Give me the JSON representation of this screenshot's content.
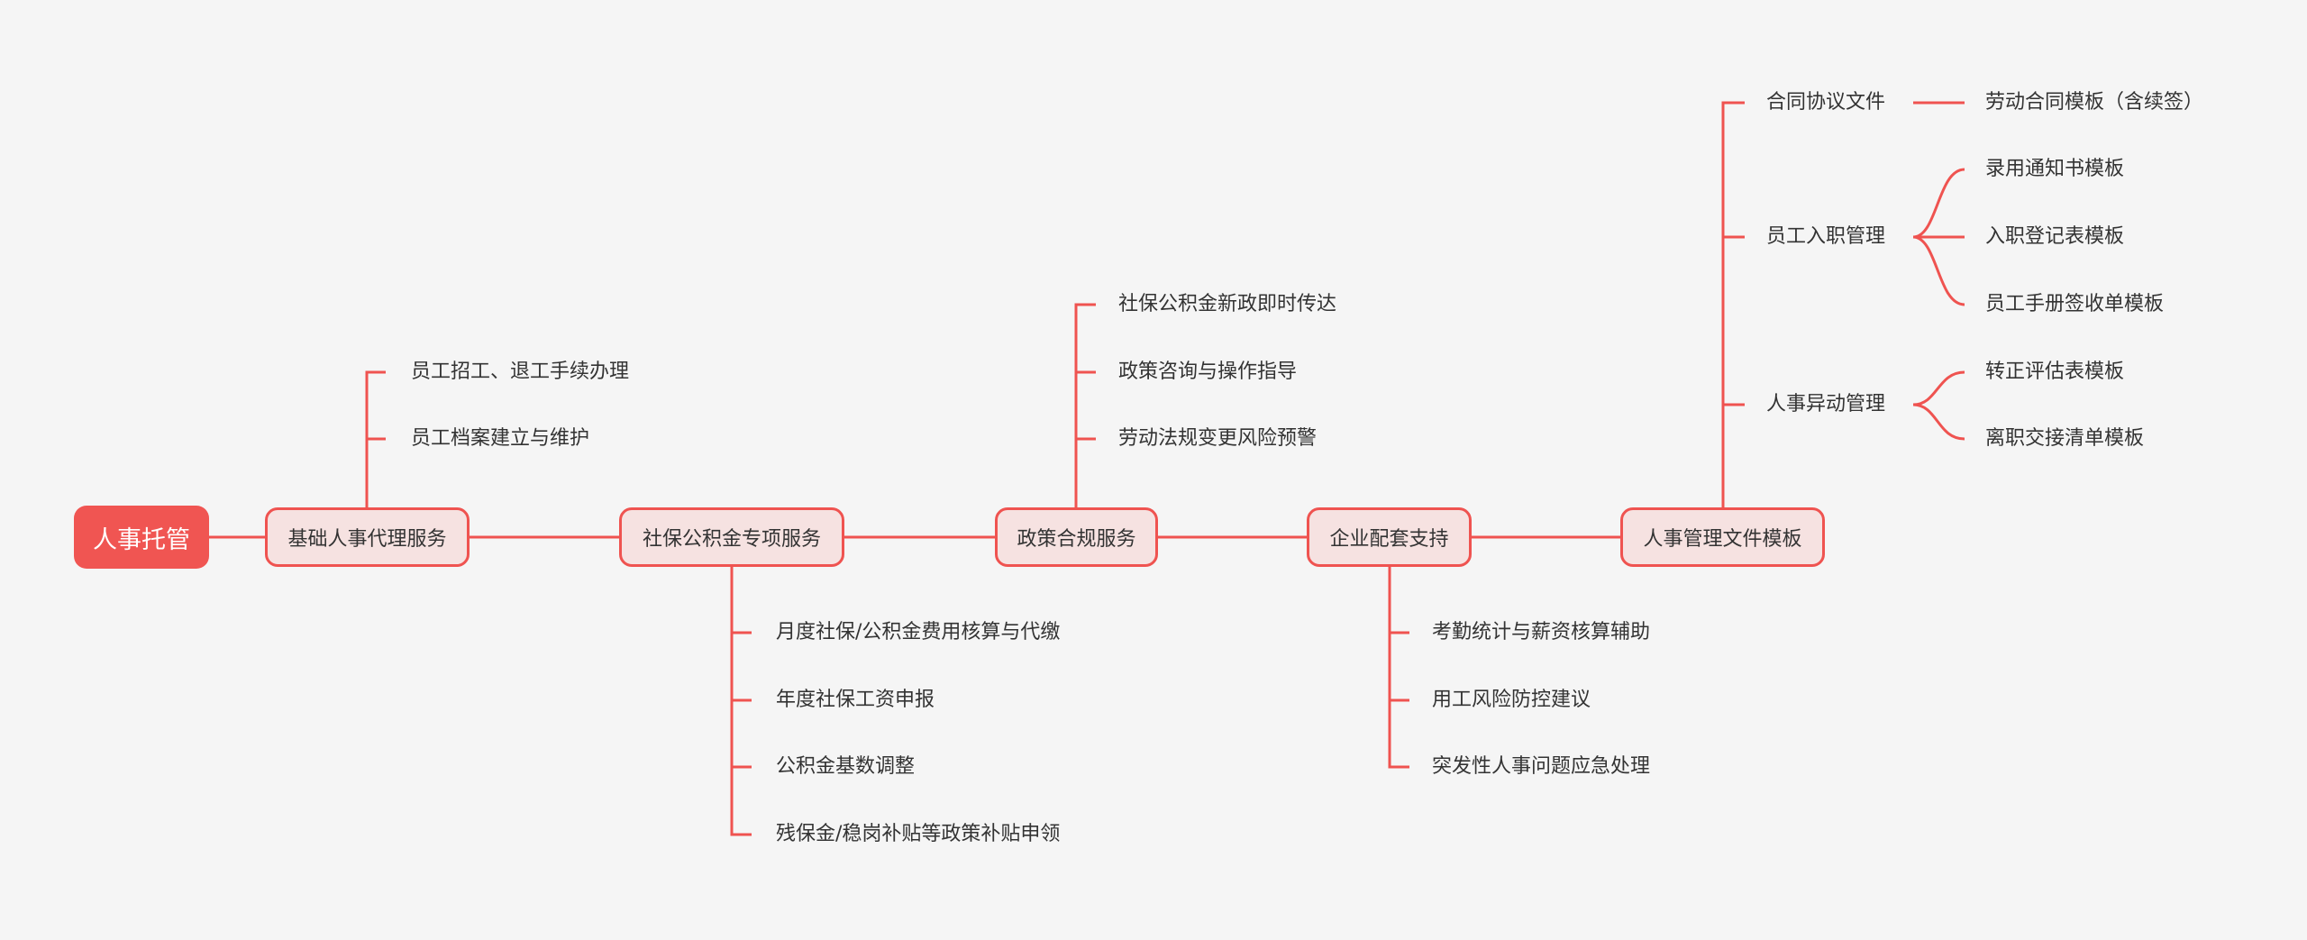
{
  "colors": {
    "line": "#ef5350",
    "root_fill": "#f05552",
    "node_fill": "#f6e2e1",
    "background": "#f5f5f5"
  },
  "root": "人事托管",
  "branches": [
    {
      "label": "基础人事代理服务",
      "children": [
        "员工招工、退工手续办理",
        "员工档案建立与维护"
      ]
    },
    {
      "label": "社保公积金专项服务",
      "children": [
        "月度社保/公积金费用核算与代缴",
        "年度社保工资申报",
        "公积金基数调整",
        "残保金/稳岗补贴等政策补贴申领"
      ]
    },
    {
      "label": "政策合规服务",
      "children": [
        "社保公积金新政即时传达",
        "政策咨询与操作指导",
        "劳动法规变更风险预警"
      ]
    },
    {
      "label": "企业配套支持",
      "children": [
        "考勤统计与薪资核算辅助",
        "用工风险防控建议",
        "突发性人事问题应急处理"
      ]
    },
    {
      "label": "人事管理文件模板",
      "children": [
        {
          "label": "合同协议文件",
          "children": [
            "劳动合同模板（含续签）"
          ]
        },
        {
          "label": "员工入职管理",
          "children": [
            "录用通知书模板",
            "入职登记表模板",
            "员工手册签收单模板"
          ]
        },
        {
          "label": "人事异动管理",
          "children": [
            "转正评估表模板",
            "离职交接清单模板"
          ]
        }
      ]
    }
  ]
}
